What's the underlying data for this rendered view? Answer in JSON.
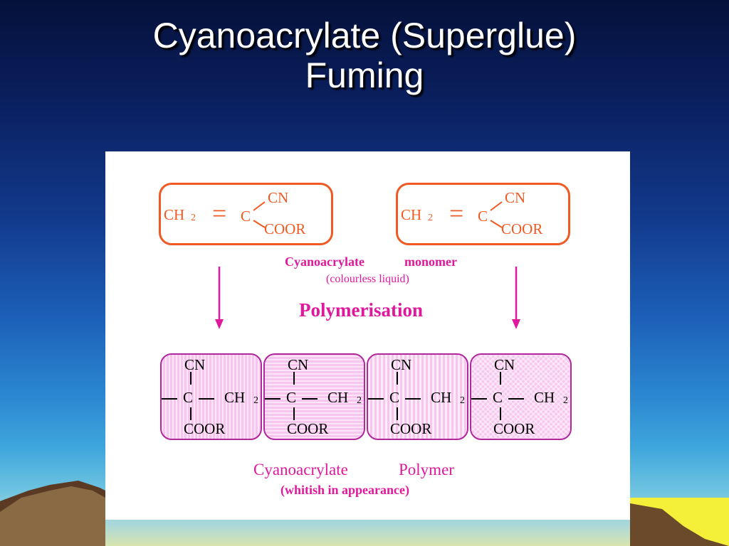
{
  "slide": {
    "title_line1": "Cyanoacrylate (Superglue)",
    "title_line2": "Fuming"
  },
  "monomer": {
    "ch": "CH",
    "sub2": "2",
    "equals": "=",
    "c": "C",
    "cn": "CN",
    "coor": "COOR"
  },
  "labels": {
    "monomer_a": "Cyanoacrylate",
    "monomer_b": "monomer",
    "monomer_note": "(colourless liquid)",
    "polymerisation": "Polymerisation",
    "polymer_a": "Cyanoacrylate",
    "polymer_b": "Polymer",
    "polymer_note": "(whitish in appearance)"
  },
  "polymer_unit": {
    "cn": "CN",
    "c": "C",
    "ch": "CH",
    "sub2": "2",
    "coor": "COOR"
  },
  "colors": {
    "orange": "#f05a22",
    "magenta": "#e0189c",
    "polymer_fill": "#f6c6ee",
    "polymer_border": "#b0289c"
  }
}
